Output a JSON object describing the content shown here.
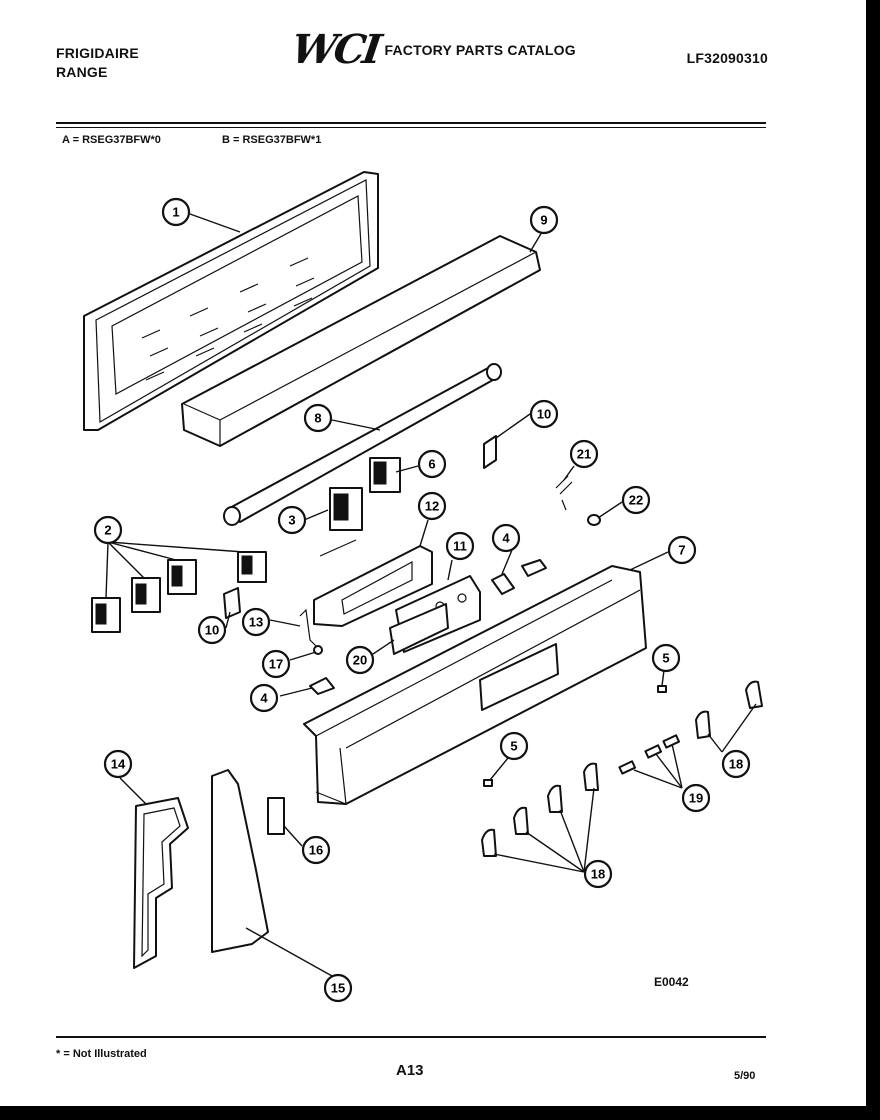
{
  "header": {
    "brand_line1": "FRIGIDAIRE",
    "brand_line2": "RANGE",
    "logo": "WCI",
    "catalog_title": "FACTORY PARTS CATALOG",
    "part_number": "LF32090310"
  },
  "models": {
    "a": "A = RSEG37BFW*0",
    "b": "B = RSEG37BFW*1"
  },
  "callouts": [
    "1",
    "2",
    "3",
    "4",
    "4",
    "5",
    "5",
    "6",
    "7",
    "8",
    "9",
    "10",
    "10",
    "11",
    "12",
    "13",
    "14",
    "15",
    "16",
    "17",
    "18",
    "18",
    "19",
    "20",
    "21",
    "22"
  ],
  "diagram_code": "E0042",
  "footer": {
    "note": "* = Not Illustrated",
    "page": "A13",
    "date": "5/90"
  }
}
